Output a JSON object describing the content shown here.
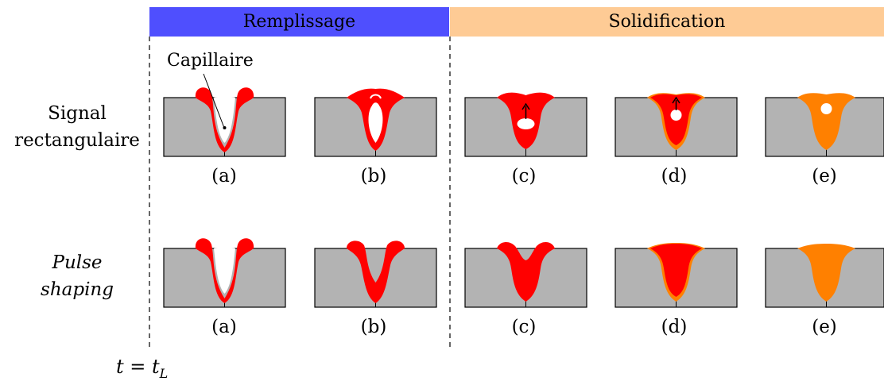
{
  "phases": {
    "filling": "Remplissage",
    "solidification": "Solidification"
  },
  "rows": [
    {
      "label_line1": "Signal",
      "label_line2": "rectangulaire",
      "italic": false
    },
    {
      "label_line1": "Pulse",
      "label_line2": "shaping",
      "italic": true
    }
  ],
  "panel_tags": [
    "(a)",
    "(b)",
    "(c)",
    "(d)",
    "(e)"
  ],
  "annotation": {
    "capillary": "Capillaire"
  },
  "time_marker": {
    "lhs": "t = t",
    "sub": "L"
  },
  "colors": {
    "metal": "#b3b3b3",
    "liquid": "#ff0000",
    "solid": "#ff8000",
    "pore": "#ffffff",
    "filling_header": "#4f4ffe",
    "solidification_header": "#fecb95"
  }
}
